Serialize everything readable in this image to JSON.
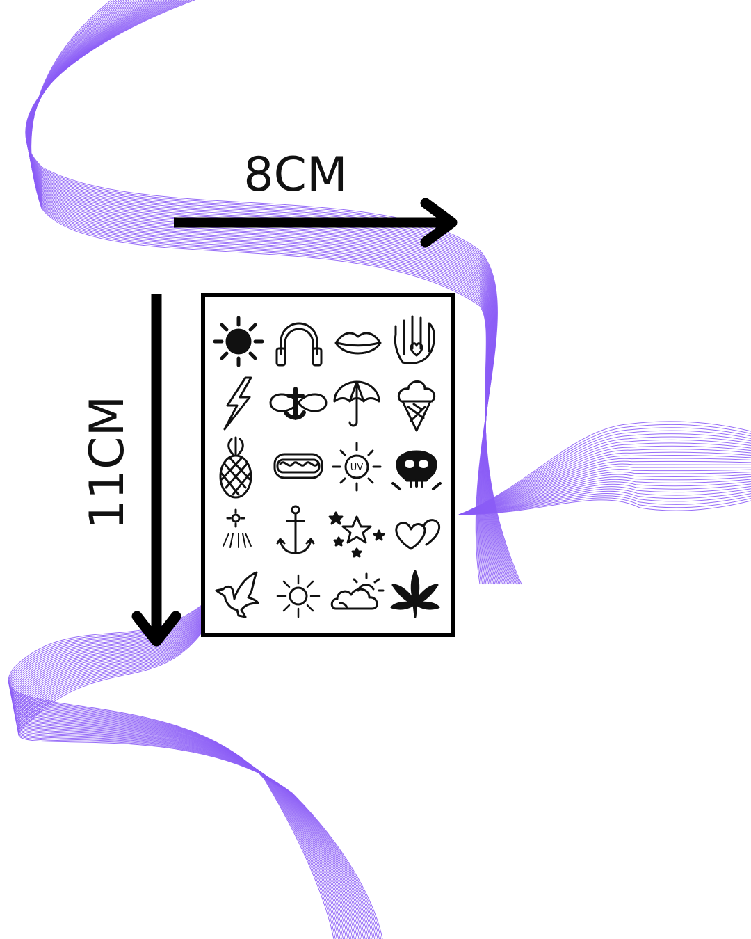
{
  "colors": {
    "wave": "#8b5cf6",
    "ink": "#111111",
    "background": "#ffffff"
  },
  "dimensions": {
    "width_label": "8CM",
    "height_label": "11CM"
  },
  "sheet": {
    "icons": [
      [
        "sun-icon",
        "headphones-icon",
        "lips-icon",
        "hamsa-heart-icon"
      ],
      [
        "lightning-icon",
        "infinity-anchor-icon",
        "umbrella-icon",
        "ice-cream-icon"
      ],
      [
        "pineapple-icon",
        "hotdog-icon",
        "uv-sun-icon",
        "skull-icon"
      ],
      [
        "sun-rays-icon",
        "anchor-icon",
        "stars-icon",
        "hearts-icon"
      ],
      [
        "dove-icon",
        "sun-outline-icon",
        "cloud-sun-icon",
        "leaf-icon"
      ]
    ],
    "uv_text": "UV"
  }
}
